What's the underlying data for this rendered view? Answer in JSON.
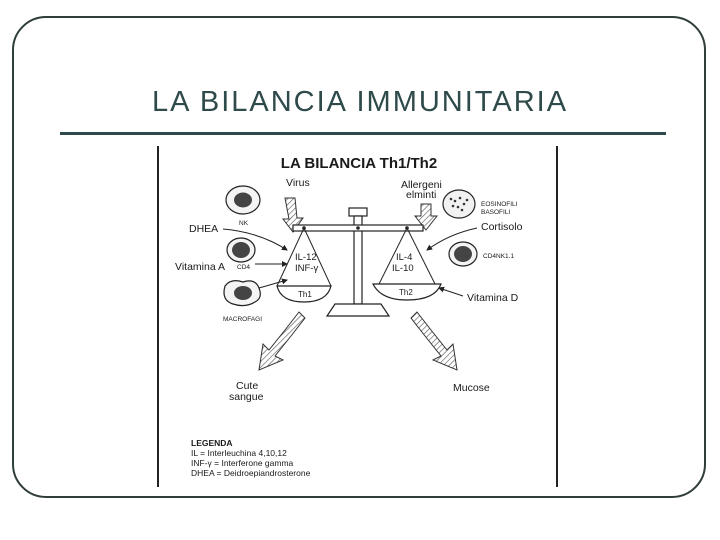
{
  "slide": {
    "title": "LA BILANCIA IMMUNITARIA"
  },
  "diagram": {
    "title": "LA BILANCIA Th1/Th2",
    "left_top": "Virus",
    "right_top_1": "Allergeni",
    "right_top_2": "elminti",
    "nk_label": "NK",
    "cd4_label": "CD4",
    "macrofagi_label": "MACROFAGI",
    "dhea_label": "DHEA",
    "vitamina_a_label": "Vitamina A",
    "eosinofili_label": "EOSINOFILI",
    "basofili_label": "BASOFILI",
    "cortisolo_label": "Cortisolo",
    "cd4nk_label": "CD4NK1.1",
    "vitamina_d_label": "Vitamina D",
    "left_pan_1": "IL-12",
    "left_pan_2": "INF-γ",
    "left_pan_base": "Th1",
    "right_pan_1": "IL-4",
    "right_pan_2": "IL-10",
    "right_pan_base": "Th2",
    "outcome_left_1": "Cute",
    "outcome_left_2": "sangue",
    "outcome_right": "Mucose",
    "legend_title": "LEGENDA",
    "legend_1": "IL = Interleuchina 4,10,12",
    "legend_2": "INF-γ = Interferone gamma",
    "legend_3": "DHEA = Deidroepiandrosterone"
  }
}
